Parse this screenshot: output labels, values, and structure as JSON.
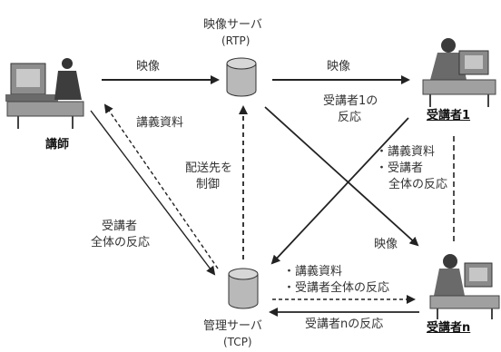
{
  "servers": {
    "video": {
      "line1": "映像サーバ",
      "line2": "(RTP)"
    },
    "manager": {
      "line1": "管理サーバ",
      "line2": "(TCP)"
    }
  },
  "actors": {
    "instructor": "講師",
    "student1": "受講者1",
    "studentN": "受講者n"
  },
  "labels": {
    "video_top_left": "映像",
    "video_top_right": "映像",
    "video_diag": "映像",
    "lecture_material": "講義資料",
    "delivery_line1": "配送先を",
    "delivery_line2": "制御",
    "student1_reaction_line1": "受講者1の",
    "student1_reaction_line2": "反応",
    "right_bullet1": "・講義資料",
    "right_bullet2": "・受講者",
    "right_bullet3": "全体の反応",
    "left_reaction_line1": "受講者",
    "left_reaction_line2": "全体の反応",
    "bottom_bullet1": "・講義資料",
    "bottom_bullet2": "・受講者全体の反応",
    "studentN_reaction": "受講者nの反応"
  }
}
